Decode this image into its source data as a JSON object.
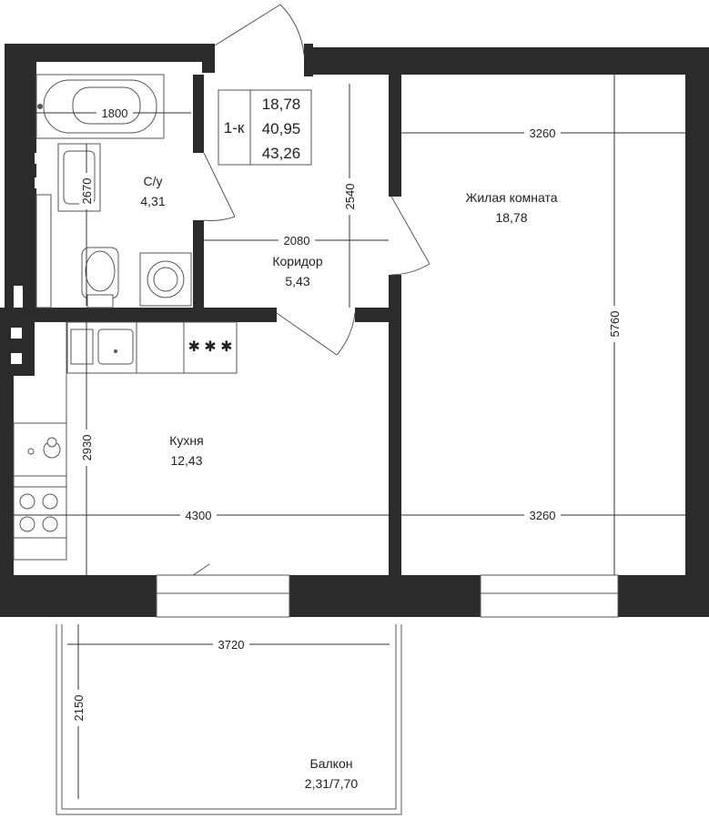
{
  "legend": {
    "type": "1-к",
    "living_area": "18,78",
    "total_area": "40,95",
    "total_with_balcony": "43,26"
  },
  "rooms": {
    "bathroom": {
      "name": "С/у",
      "area": "4,31"
    },
    "corridor": {
      "name": "Коридор",
      "area": "5,43"
    },
    "living": {
      "name": "Жилая комната",
      "area": "18,78"
    },
    "kitchen": {
      "name": "Кухня",
      "area": "12,43"
    },
    "balcony": {
      "name": "Балкон",
      "area": "2,31/7,70"
    }
  },
  "dimensions": {
    "bath_width": "1800",
    "bath_length": "2670",
    "corridor_width": "2080",
    "corridor_length": "2540",
    "living_width_top": "3260",
    "living_width_bottom": "3260",
    "living_length": "5760",
    "kitchen_width": "4300",
    "kitchen_length": "2930",
    "balcony_width": "3720",
    "balcony_depth": "2150"
  },
  "colors": {
    "wall": "#2b2b2b",
    "line": "#555555"
  }
}
